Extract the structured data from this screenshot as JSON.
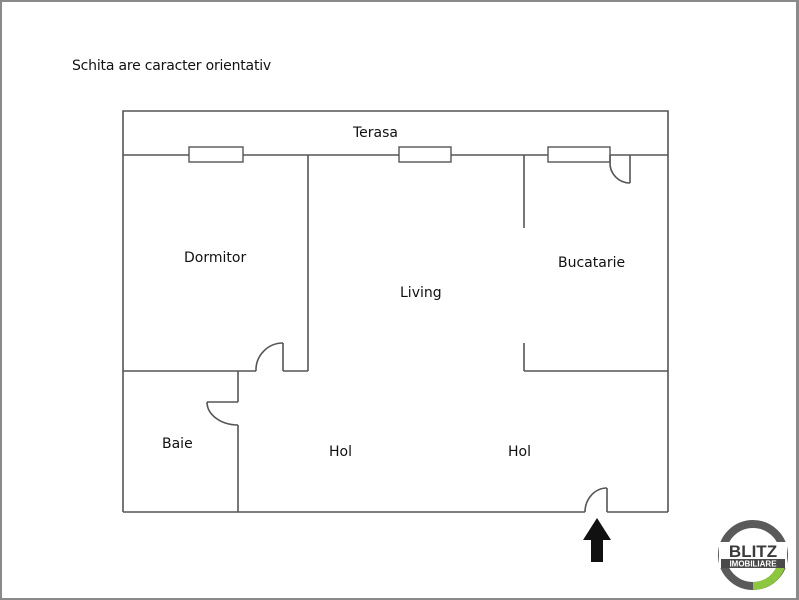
{
  "note": "Schita are caracter orientativ",
  "rooms": {
    "terasa": "Terasa",
    "dormitor": "Dormitor",
    "living": "Living",
    "bucatarie": "Bucatarie",
    "baie": "Baie",
    "hol_left": "Hol",
    "hol_right": "Hol"
  },
  "entrance_arrow": "arrow-up-icon",
  "logo": {
    "line1": "BLITZ",
    "line2": "IMOBILIARE",
    "ring_color": "#5a5a5a",
    "accent_color": "#8dc63f"
  },
  "colors": {
    "wall": "#555555",
    "text": "#111111",
    "frame": "#8a8a8a"
  }
}
